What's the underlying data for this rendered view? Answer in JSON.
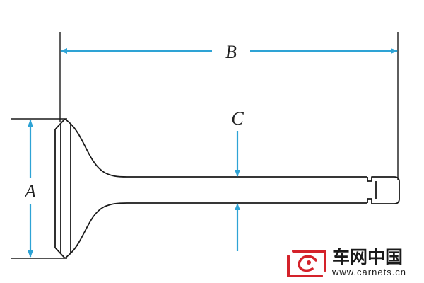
{
  "diagram": {
    "labels": {
      "overall_length": "B",
      "stem_diameter": "C",
      "head_diameter": "A"
    }
  },
  "watermark": {
    "name_cn": "车网中国",
    "url": "www.carnets.cn"
  },
  "colors": {
    "dimension": "#2ea3d5",
    "outline": "#1a1a1a",
    "logo_red": "#d4222a"
  }
}
